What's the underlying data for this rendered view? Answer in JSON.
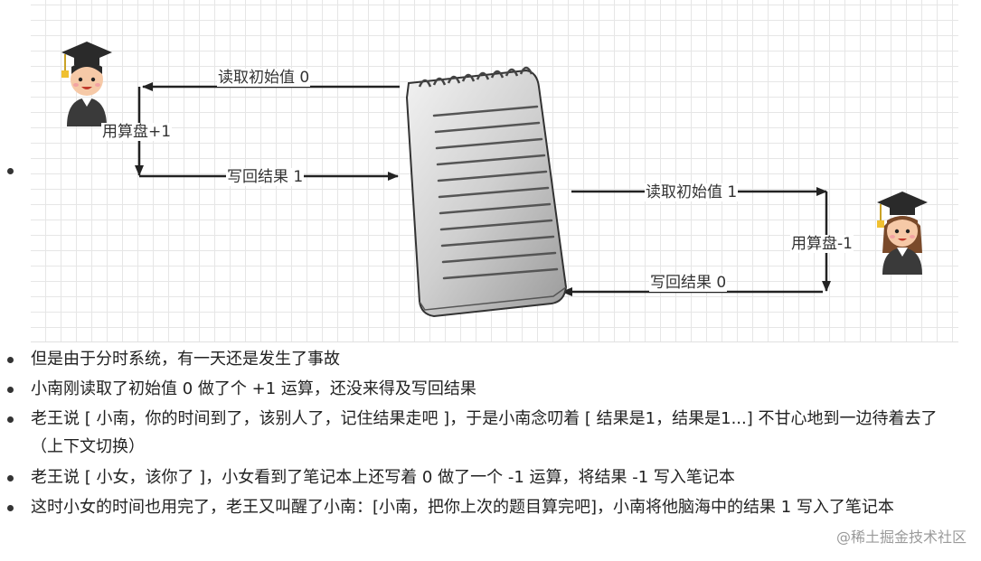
{
  "diagram": {
    "left_path": {
      "read": "读取初始值 0",
      "calc": "用算盘+1",
      "write": "写回结果 1"
    },
    "right_path": {
      "read": "读取初始值 1",
      "calc": "用算盘-1",
      "write": "写回结果 0"
    },
    "people": [
      {
        "role": "boy",
        "icon": "graduate-boy-icon"
      },
      {
        "role": "girl",
        "icon": "graduate-girl-icon"
      }
    ],
    "notebook_icon": "notebook-icon"
  },
  "bullets": [
    "但是由于分时系统，有一天还是发生了事故",
    "小南刚读取了初始值 0 做了个 +1 运算，还没来得及写回结果",
    "老王说 [ 小南，你的时间到了，该别人了，记住结果走吧 ]，于是小南念叨着 [ 结果是1，结果是1...] 不甘心地到一边待着去了（上下文切换）",
    "老王说 [ 小女，该你了 ]，小女看到了笔记本上还写着 0 做了一个 -1 运算，将结果 -1 写入笔记本",
    "这时小女的时间也用完了，老王又叫醒了小南：[小南，把你上次的题目算完吧]，小南将他脑海中的结果 1 写入了笔记本"
  ],
  "watermark": "@稀土掘金技术社区"
}
